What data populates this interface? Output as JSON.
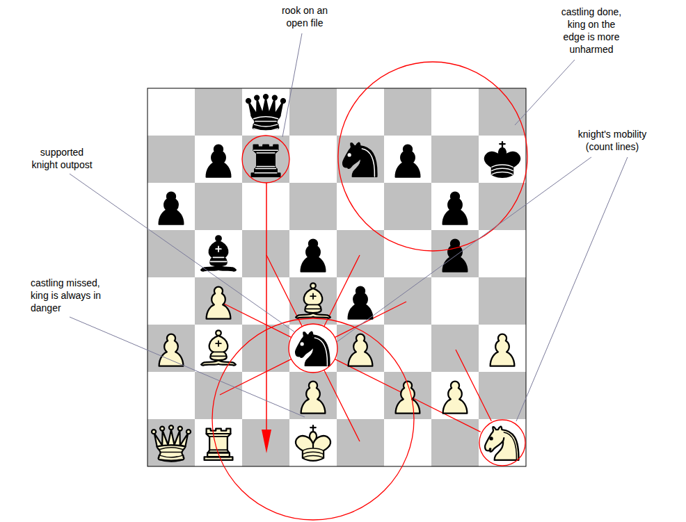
{
  "diagram": {
    "labels": [
      "rook on an open file",
      "castling done, king on the edge is more unharmed",
      "knight's mobility (count lines)",
      "supported knight outpost",
      "castling missed, king is always in danger"
    ]
  }
}
